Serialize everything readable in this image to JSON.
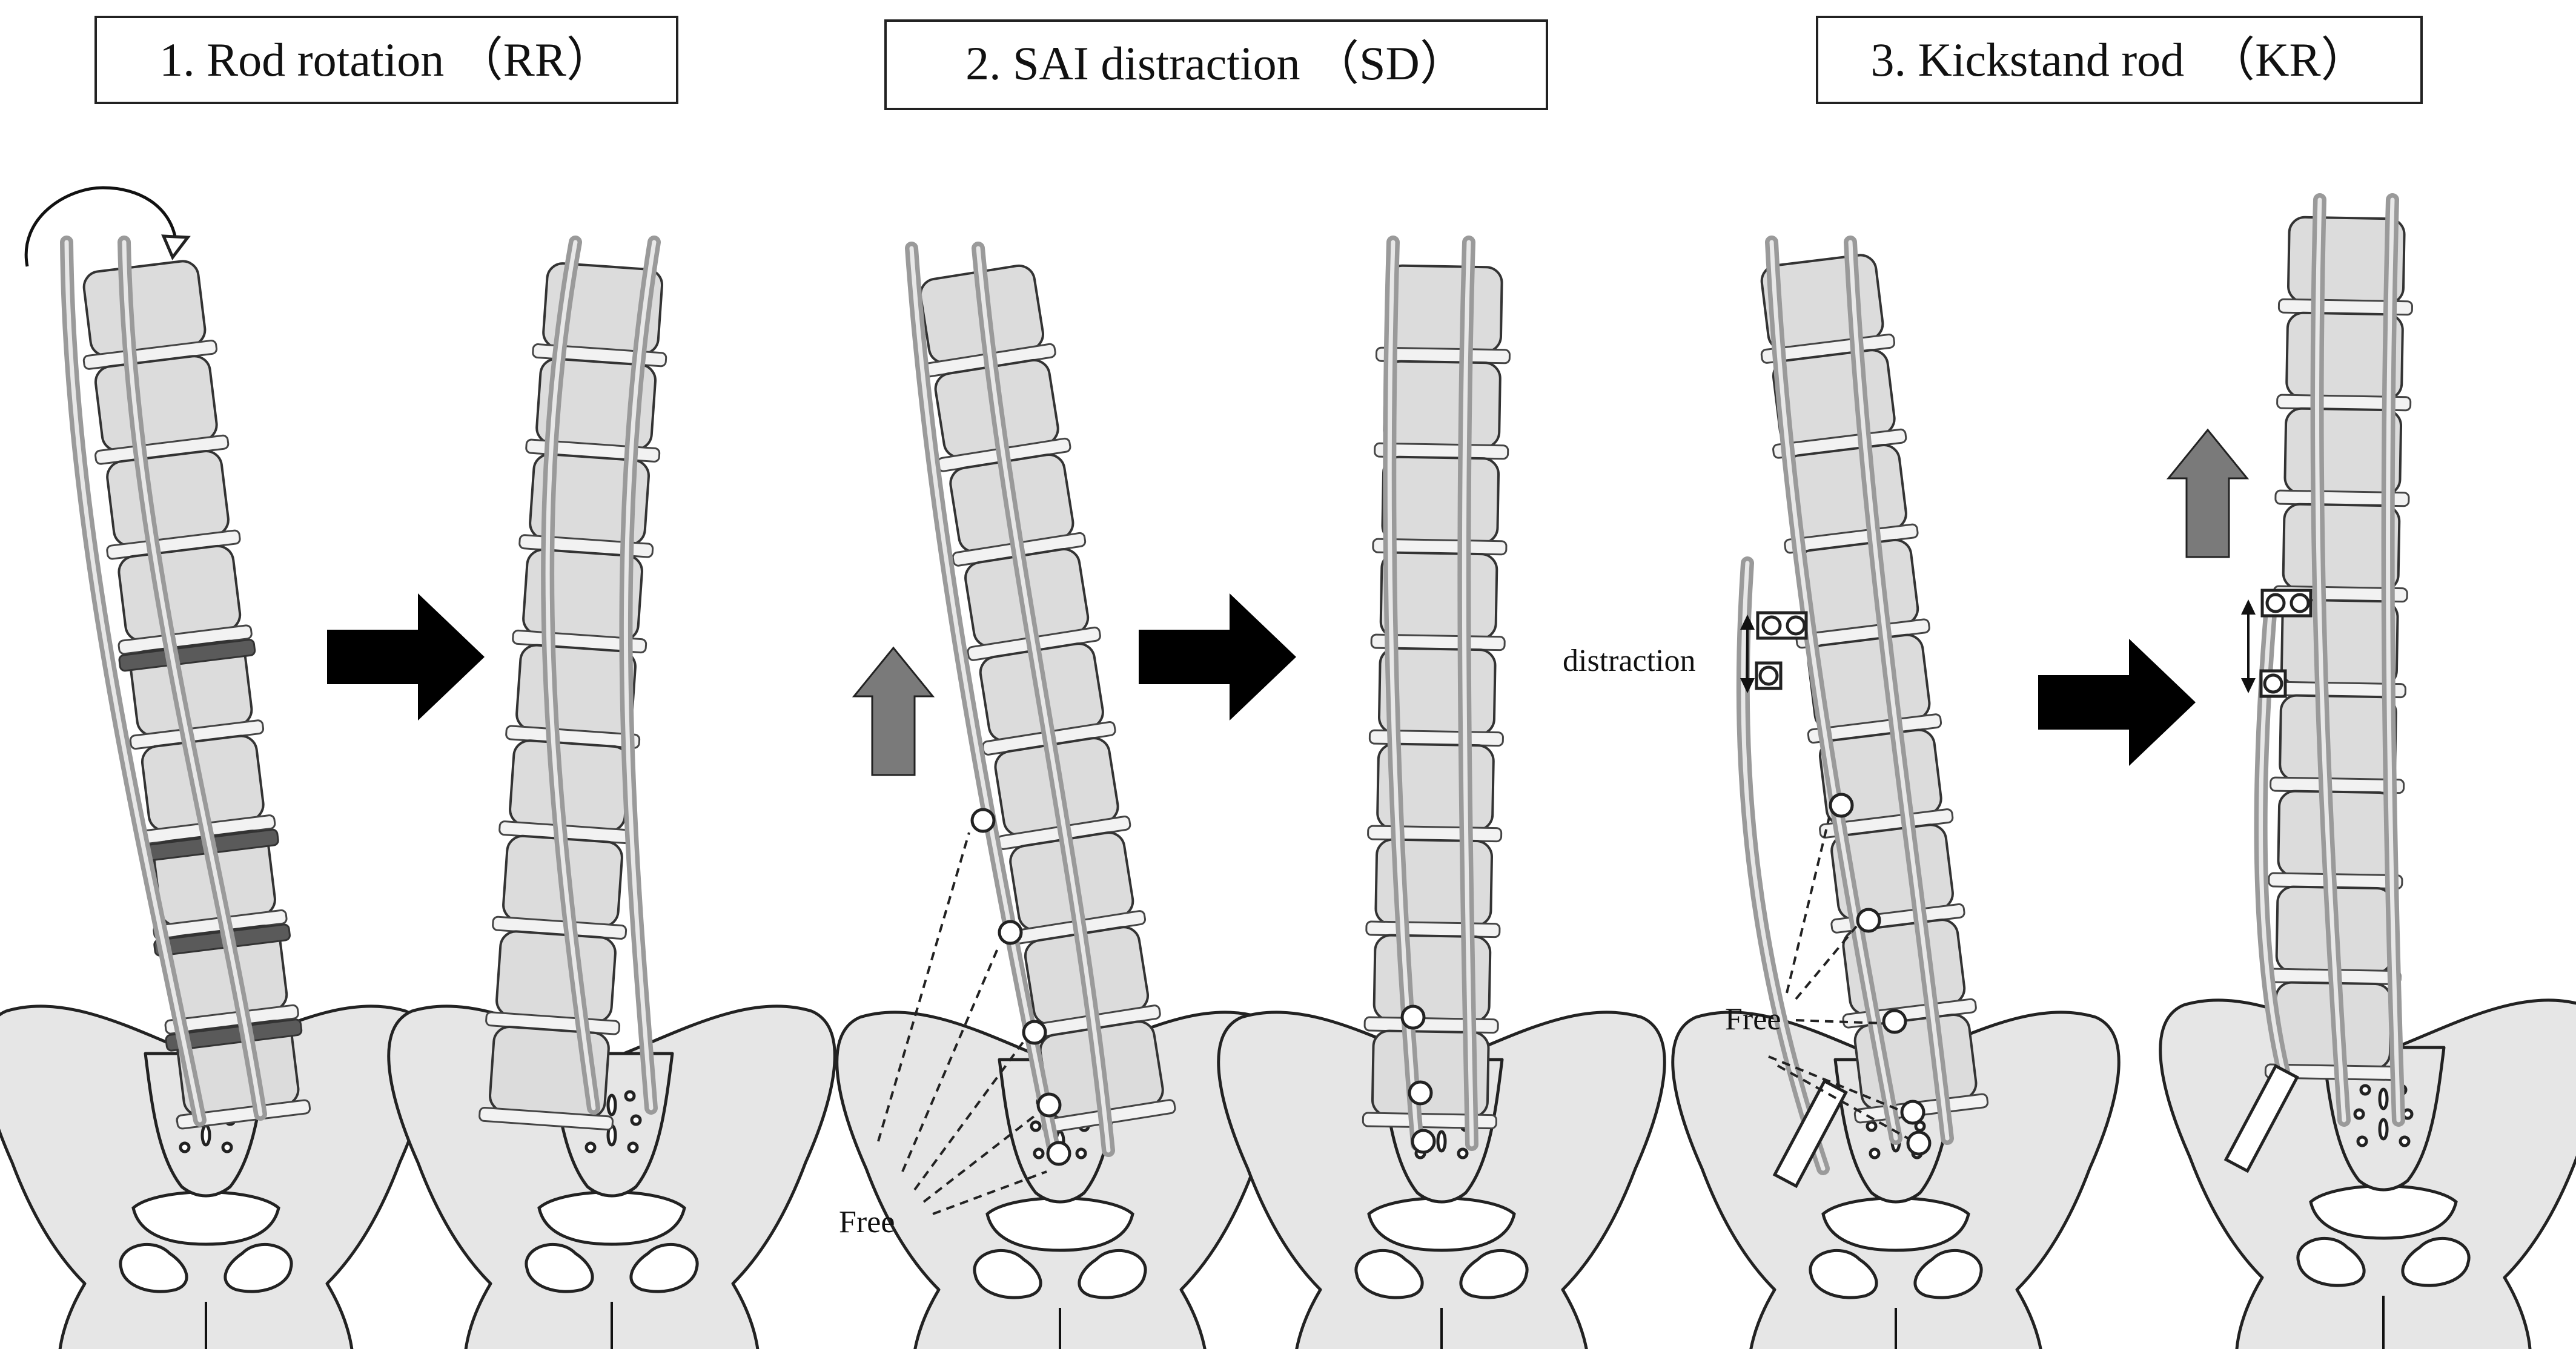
{
  "panels": [
    {
      "title": "1. Rod rotation （RR）"
    },
    {
      "title": "2. SAI distraction （SD）"
    },
    {
      "title": "3. Kickstand rod　（KR）"
    }
  ],
  "labels": {
    "free": "Free",
    "distraction": "distraction"
  },
  "colors": {
    "bone": "#dcdcdc",
    "pelvis": "#e6e6e6",
    "rod": "#9a9a9a",
    "disc_highlight": "#5a5a5a",
    "direction_arrow": "#000000",
    "lift_arrow": "#7a7a7a"
  },
  "icons": [
    "curved-rotation-arrow",
    "right-arrow",
    "up-arrow",
    "double-headed-arrow"
  ]
}
